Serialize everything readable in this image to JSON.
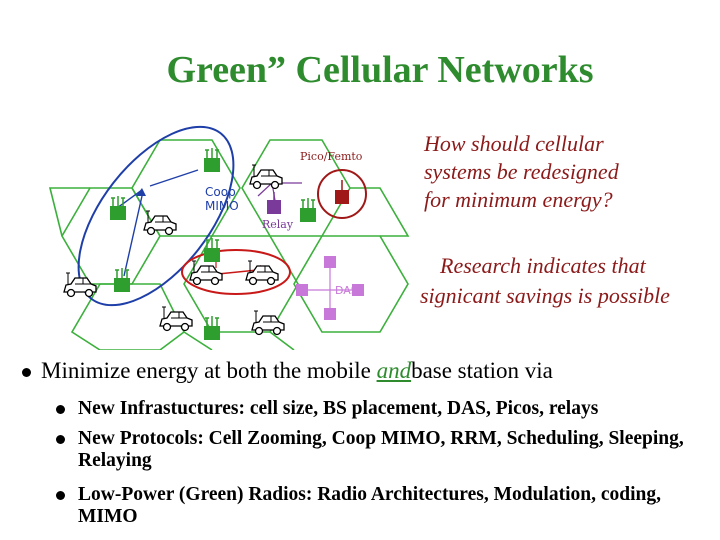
{
  "slide": {
    "title": "Green” Cellular Networks"
  },
  "diagram": {
    "labels": {
      "pico_femto": "Pico/Femto",
      "coop_line1": "Coop",
      "coop_line2": "MIMO",
      "relay": "Relay",
      "das": "DAS"
    },
    "colors": {
      "hex_border": "#3cb03c",
      "base_station": "#2e9e2e",
      "relay_node": "#7a3a9a",
      "das_node": "#c878d8",
      "femto_node": "#a01818",
      "coop_ellipse": "#1f3fa8",
      "relay_ellipse": "#c81818"
    }
  },
  "questions": {
    "q1_lines": [
      "How should cellular",
      "systems be redesigned",
      "for minimum energy?"
    ],
    "q2_lines": [
      "Research indicates that",
      "signicant savings is possible"
    ]
  },
  "bullets": {
    "main_before": "Minimize energy at both the mobile ",
    "main_and": "and",
    "main_after": "base station via",
    "sub1": "New Infrastuctures: cell size, BS placement, DAS, Picos, relays",
    "sub2": "New Protocols:  Cell Zooming,  Coop MIMO, RRM, Scheduling, Sleeping,  Relaying",
    "sub3": "Low-Power (Green) Radios: Radio Architectures, Modulation, coding,  MIMO"
  }
}
